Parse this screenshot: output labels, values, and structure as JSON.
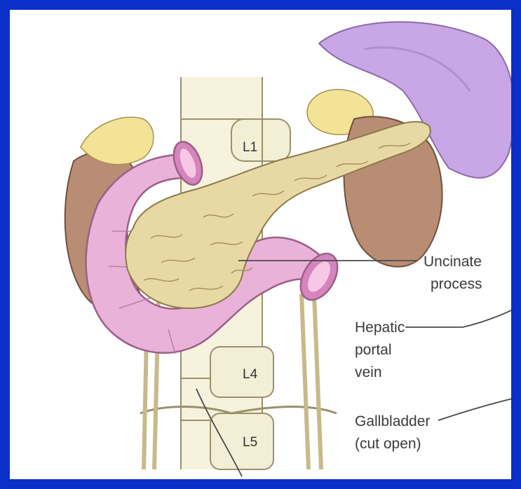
{
  "frame_color": "#0b2fc9",
  "colors": {
    "spleen": "#c9a6e6",
    "kidney": "#b98d74",
    "adrenal": "#f2e396",
    "pancreas": "#e7d8a4",
    "duodenum": "#eab2d8",
    "vertebra": "#f3efd6"
  },
  "vertebrae": {
    "l1": "L1",
    "l4": "L4",
    "l5": "L5"
  },
  "callouts": {
    "uncinate_line1": "Uncinate",
    "uncinate_line2": "process",
    "hepatic_line1": "Hepatic",
    "hepatic_line2": "portal",
    "hepatic_line3": "vein",
    "gallbladder_line1": "Gallbladder",
    "gallbladder_line2": "(cut open)"
  }
}
